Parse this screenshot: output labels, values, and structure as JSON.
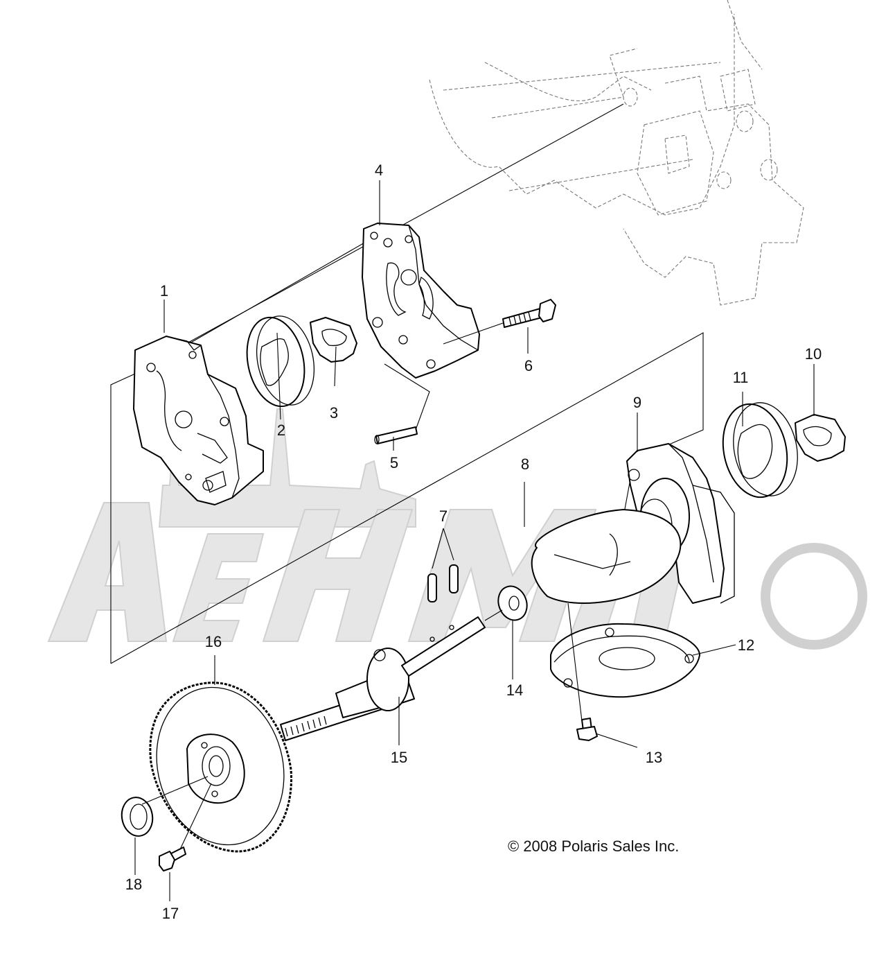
{
  "diagram": {
    "callouts": [
      {
        "id": "1",
        "label": "1"
      },
      {
        "id": "2",
        "label": "2"
      },
      {
        "id": "3",
        "label": "3"
      },
      {
        "id": "4",
        "label": "4"
      },
      {
        "id": "5",
        "label": "5"
      },
      {
        "id": "6",
        "label": "6"
      },
      {
        "id": "7",
        "label": "7"
      },
      {
        "id": "8",
        "label": "8"
      },
      {
        "id": "9",
        "label": "9"
      },
      {
        "id": "10",
        "label": "10"
      },
      {
        "id": "11",
        "label": "11"
      },
      {
        "id": "12",
        "label": "12"
      },
      {
        "id": "13",
        "label": "13"
      },
      {
        "id": "14",
        "label": "14"
      },
      {
        "id": "15",
        "label": "15"
      },
      {
        "id": "16",
        "label": "16"
      },
      {
        "id": "17",
        "label": "17"
      },
      {
        "id": "18",
        "label": "18"
      }
    ],
    "copyright": "© 2008 Polaris Sales Inc.",
    "watermark": "AEHM",
    "colors": {
      "line": "#000000",
      "watermark": "#e6e6e6",
      "background": "#ffffff"
    }
  }
}
